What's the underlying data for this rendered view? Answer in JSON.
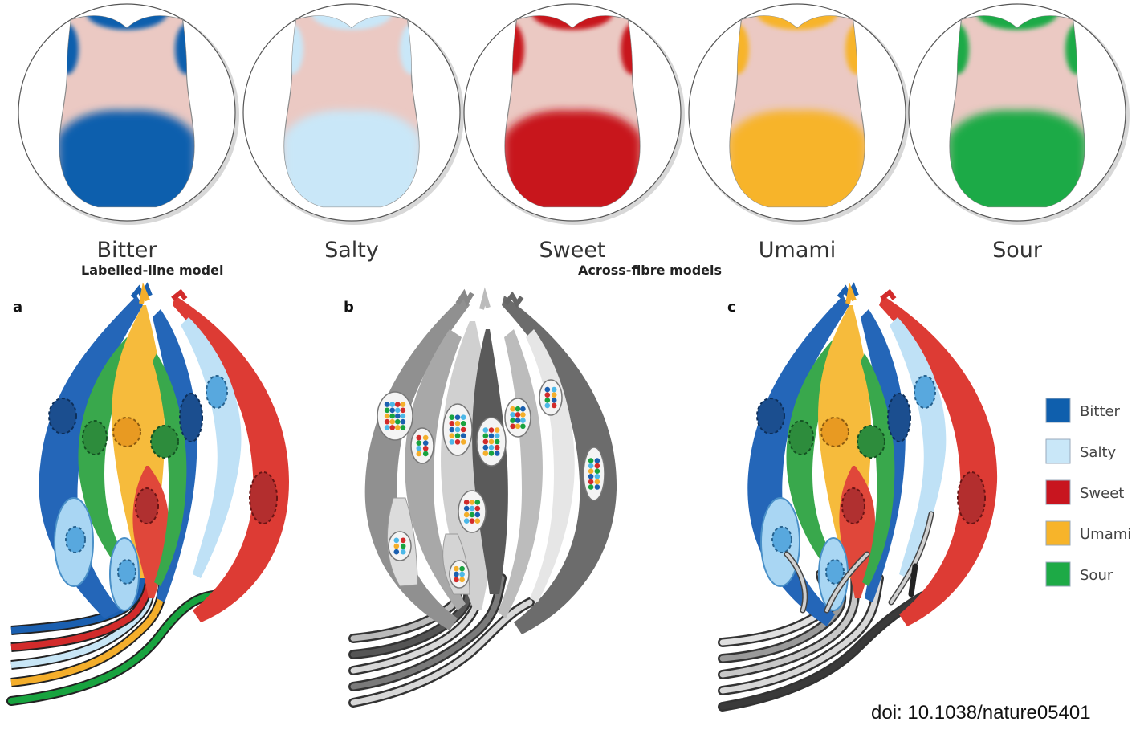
{
  "tongues": [
    {
      "label": "Bitter",
      "color": "#0f5fad"
    },
    {
      "label": "Salty",
      "color": "#c9e7f8"
    },
    {
      "label": "Sweet",
      "color": "#c8151f"
    },
    {
      "label": "Umami",
      "color": "#f7b42a"
    },
    {
      "label": "Sour",
      "color": "#1daa46"
    }
  ],
  "tongue_base_color": "#ebc9c3",
  "model_labels": {
    "labelled_line": "Labelled-line model",
    "across_fibre": "Across-fibre models"
  },
  "panels": {
    "a": "a",
    "b": "b",
    "c": "c"
  },
  "legend": [
    {
      "label": "Bitter",
      "color": "#0f5fad"
    },
    {
      "label": "Salty",
      "color": "#c9e7f8"
    },
    {
      "label": "Sweet",
      "color": "#c8151f"
    },
    {
      "label": "Umami",
      "color": "#f7b42a"
    },
    {
      "label": "Sour",
      "color": "#1daa46"
    }
  ],
  "doi": "doi: 10.1038/nature05401"
}
